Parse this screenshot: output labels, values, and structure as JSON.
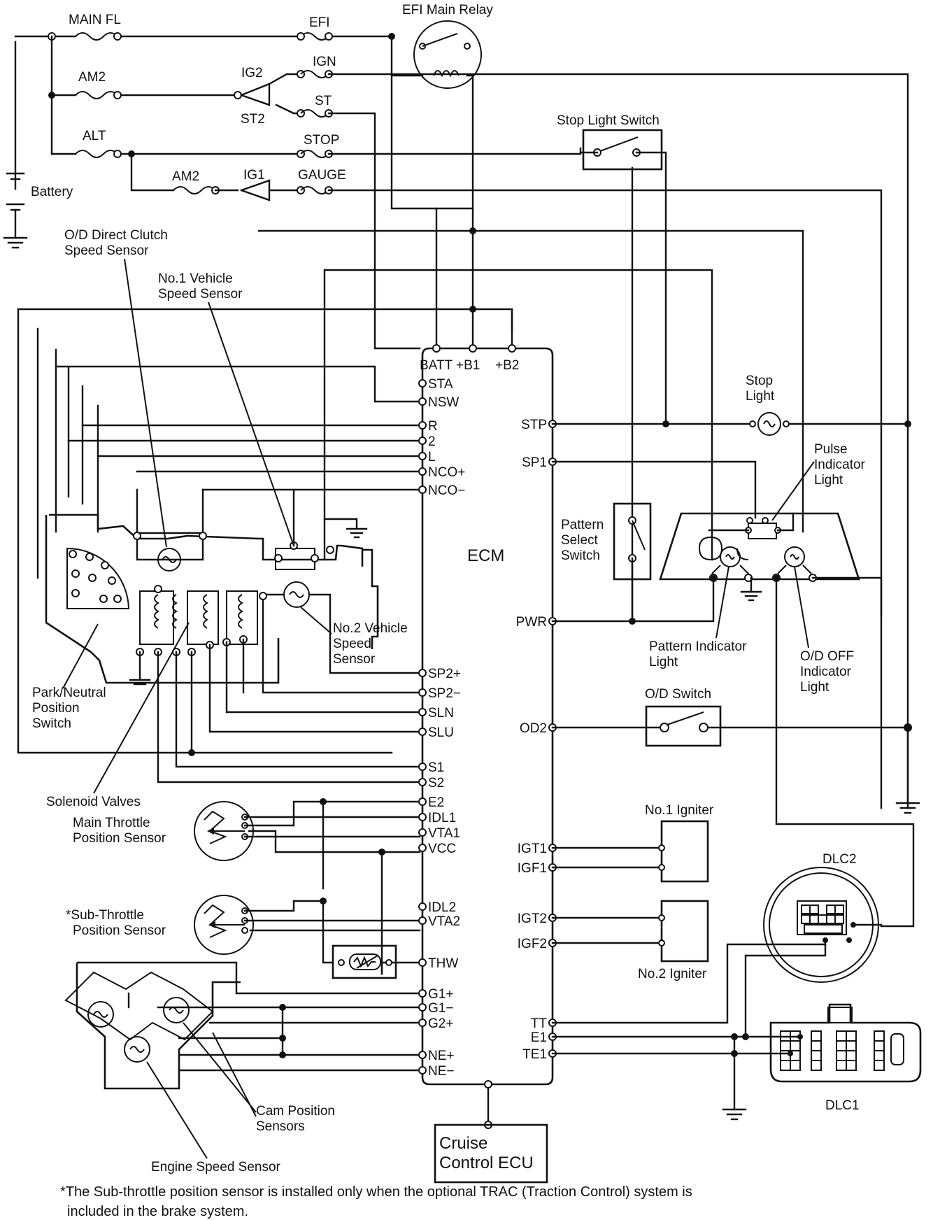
{
  "top_labels": {
    "main_fl": "MAIN FL",
    "efi": "EFI",
    "efi_main_relay": "EFI Main Relay",
    "am2_a": "AM2",
    "ig2": "IG2",
    "ign": "IGN",
    "st": "ST",
    "st2": "ST2",
    "alt": "ALT",
    "stop": "STOP",
    "stop_light_switch": "Stop Light Switch",
    "am2_b": "AM2",
    "ig1": "IG1",
    "gauge": "GAUGE",
    "battery": "Battery"
  },
  "sensor_labels": {
    "od_direct_clutch_1": "O/D Direct Clutch",
    "od_direct_clutch_2": "Speed Sensor",
    "no1_vss_1": "No.1 Vehicle",
    "no1_vss_2": "Speed Sensor",
    "no2_vss_1": "No.2 Vehicle",
    "no2_vss_2": "Speed",
    "no2_vss_3": "Sensor",
    "park_neutral_1": "Park/Neutral",
    "park_neutral_2": "Position",
    "park_neutral_3": "Switch",
    "solenoid_valves": "Solenoid Valves",
    "main_tps_1": "Main Throttle",
    "main_tps_2": "Position Sensor",
    "sub_tps_1": "*Sub-Throttle",
    "sub_tps_2": "Position Sensor",
    "cam_pos_1": "Cam Position",
    "cam_pos_2": "Sensors",
    "engine_speed": "Engine Speed Sensor"
  },
  "ecm": {
    "title": "ECM",
    "top_terminals": [
      "BATT",
      "+B1",
      "+B2"
    ],
    "left_terminals": [
      "STA",
      "NSW",
      "R",
      "2",
      "L",
      "NCO+",
      "NCO−",
      "SP2+",
      "SP2−",
      "SLN",
      "SLU",
      "S1",
      "S2",
      "E2",
      "IDL1",
      "VTA1",
      "VCC",
      "IDL2",
      "VTA2",
      "THW",
      "G1+",
      "G1−",
      "G2+",
      "NE+",
      "NE−"
    ],
    "right_terminals": [
      "STP",
      "SP1",
      "PWR",
      "OD2",
      "IGT1",
      "IGF1",
      "IGT2",
      "IGF2",
      "TT",
      "E1",
      "TE1"
    ]
  },
  "right_labels": {
    "stop_light_1": "Stop",
    "stop_light_2": "Light",
    "pulse_1": "Pulse",
    "pulse_2": "Indicator",
    "pulse_3": "Light",
    "pattern_select_1": "Pattern",
    "pattern_select_2": "Select",
    "pattern_select_3": "Switch",
    "pattern_ind_1": "Pattern Indicator",
    "pattern_ind_2": "Light",
    "od_off_1": "O/D OFF",
    "od_off_2": "Indicator",
    "od_off_3": "Light",
    "od_switch": "O/D Switch",
    "no1_igniter": "No.1 Igniter",
    "no2_igniter": "No.2 Igniter",
    "dlc2": "DLC2",
    "dlc1": "DLC1",
    "cruise_1": "Cruise",
    "cruise_2": "Control ECU"
  },
  "footnote": {
    "line1": "*The Sub-throttle position sensor is installed only when the optional TRAC (Traction Control) system is",
    "line2": "included in the brake system."
  }
}
